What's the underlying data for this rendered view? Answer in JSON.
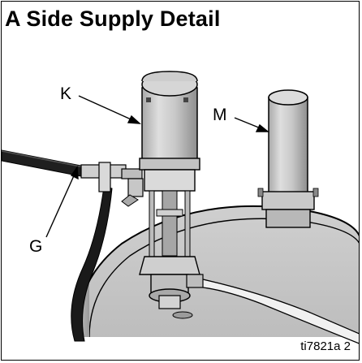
{
  "title": "A Side Supply Detail",
  "figure_id": "ti7821a 2",
  "callouts": {
    "k": "K",
    "m": "M",
    "g": "G"
  }
}
